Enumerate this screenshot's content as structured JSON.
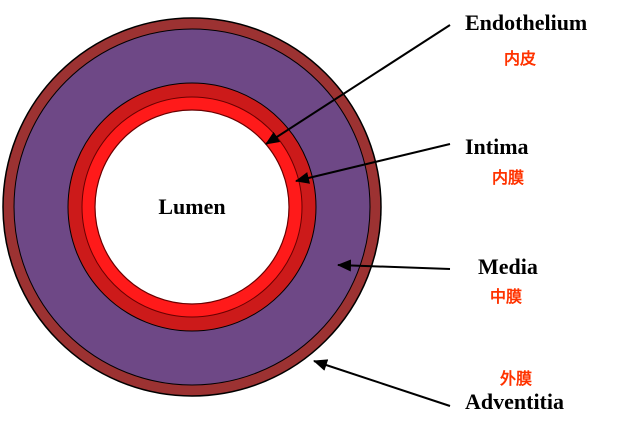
{
  "diagram": {
    "center_label": "Lumen",
    "lumen_color": "#ffffff",
    "zh_label_color": "#ff3300",
    "layers": [
      {
        "name": "Endothelium",
        "name_zh": "内皮",
        "color": "#ff1a1a"
      },
      {
        "name": "Intima",
        "name_zh": "内膜",
        "color": "#cc1a1a"
      },
      {
        "name": "Media",
        "name_zh": "中膜",
        "color": "#6e4886"
      },
      {
        "name": "Adventitia",
        "name_zh": "外膜",
        "color": "#9c3232"
      }
    ]
  }
}
